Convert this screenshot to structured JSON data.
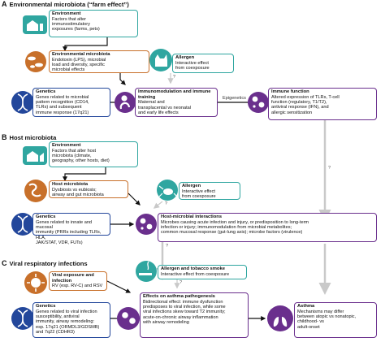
{
  "sections": {
    "A": {
      "letter": "A",
      "title": "Environmental microbiota (“farm effect”)"
    },
    "B": {
      "letter": "B",
      "title": "Host microbiota"
    },
    "C": {
      "letter": "C",
      "title": "Viral respiratory infections"
    }
  },
  "boxes": {
    "a_env": {
      "title": "Environment",
      "text": "Factors that alter\nimmunostimulatory\nexposures (farms, pets)"
    },
    "a_micro": {
      "title": "Environmental microbiota",
      "text": "Endotoxin (LPS), microbial\nload and diversity, specific\nmicrobial effects"
    },
    "a_allergen": {
      "title": "Allergen",
      "text": "Interactive effect\nfrom coexposure"
    },
    "a_genetics": {
      "title": "Genetics",
      "text": "Genes related to microbial\npattern recognition (CD14,\nTLRs) and subsequent\nimmune response (17q21)"
    },
    "a_immuno": {
      "title": "Immunomodulation and\nimmune training",
      "text": "Maternal and\ntransplacental vs neonatal\nand early life effects"
    },
    "a_immune": {
      "title": "Immune function",
      "text": "Altered expression of TLRs, T-cell\nfunction (regulatory, T1/T2),\nantiviral response (IFN), and\nallergic sensitization"
    },
    "b_env": {
      "title": "Environment",
      "text": "Factors that alter host\nmicrobiota (climate,\ngeography, other hosts, diet)"
    },
    "b_host": {
      "title": "Host microbiota",
      "text": "Dysbiosis vs eubiosis;\nairway and gut microbiota"
    },
    "b_allergen": {
      "title": "Allergen",
      "text": "Interactive effect\nfrom coexposure"
    },
    "b_genetics": {
      "title": "Genetics",
      "text": "Genes related to innate and mucosal\nimmunity (PRRs including TLRs, HLA,\nJAK/STAT, VDR, FUTs)"
    },
    "b_interact": {
      "title": "Host-microbial interactions",
      "text": "Microbes causing acute infection and injury, or predisposition to long-term\ninfection or injury; immunomodulation from microbial metabolites;\ncommon mucosal response (gut-lung axis); microbe factors (virulence)"
    },
    "c_viral": {
      "title": "Viral exposure and\ninfection",
      "text": "RV (esp. RV-C) and RSV"
    },
    "c_allergen": {
      "title": "Allergen and tobacco smoke",
      "text": "Interactive effect from coexposure"
    },
    "c_genetics": {
      "title": "Genetics",
      "text": "Genes related to viral infection\nsusceptibility, antiviral\nimmunity, airway remodeling:\nesp. 17q21 (ORMDL3/GDSMB)\nand 7q22 (CDHR3)"
    },
    "c_effects": {
      "title": "Effects on asthma pathogenesis",
      "text": "Bidirectional effect: immune dysfunction\npredisposes to viral infection, while some\nviral infections skew toward T2 immunity;\nacute-on-chronic airway inflammation\nwith airway remodeling"
    },
    "c_asthma": {
      "title": "Asthma",
      "text": "Mechanisms may differ\nbetween atopic vs nonatopic,\nchildhood- vs\nadult-onset"
    }
  },
  "labels": {
    "epigenetics": "Epigenetics",
    "q1": "?",
    "q2": "?",
    "q3": "?",
    "q4": "?",
    "q5": "?"
  },
  "colors": {
    "teal": "#2fa6a0",
    "orange": "#c8702a",
    "blue": "#23479b",
    "purple": "#6a2f8d",
    "arrow": "#111111",
    "light_arrow": "#c9c9c9"
  },
  "icons": [
    "farm-icon",
    "microbe-icon",
    "cat-icon",
    "dna-icon",
    "fetus-icon",
    "immune-cells-icon",
    "gut-icon",
    "dust-mite-icon",
    "virus-icon",
    "smoke-icon",
    "lungs-icon"
  ]
}
